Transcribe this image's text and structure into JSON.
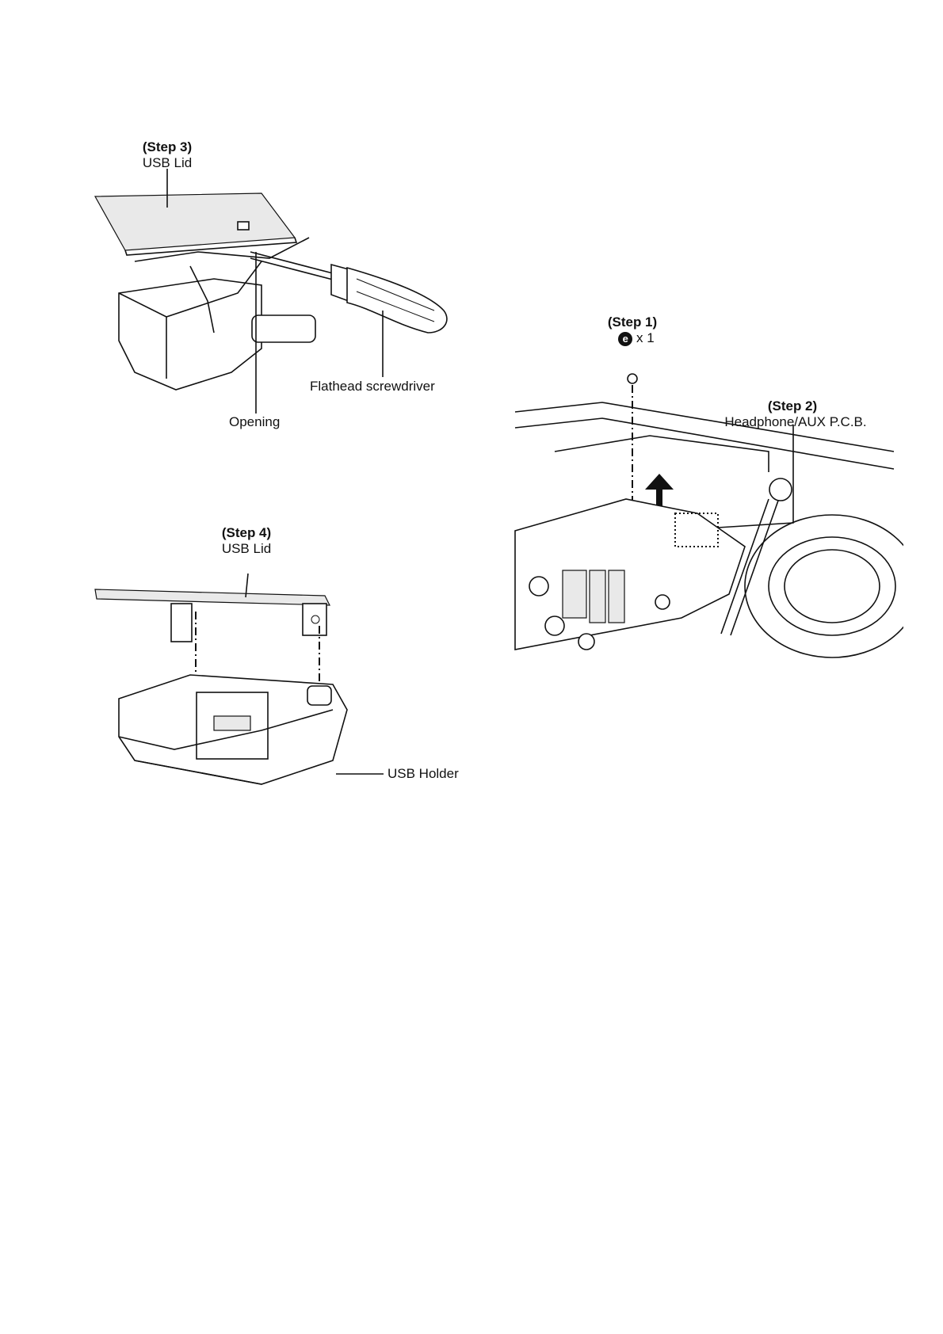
{
  "figure_step3": {
    "step": "(Step 3)",
    "part": "USB Lid",
    "tool_label": "Flathead screwdriver",
    "opening_label": "Opening"
  },
  "figure_step4": {
    "step": "(Step 4)",
    "part": "USB Lid",
    "holder_label": "USB Holder"
  },
  "figure_step1_2": {
    "step1": "(Step 1)",
    "screw_symbol": "e",
    "screw_count": "x 1",
    "step2": "(Step 2)",
    "board_label": "Headphone/AUX P.C.B."
  }
}
